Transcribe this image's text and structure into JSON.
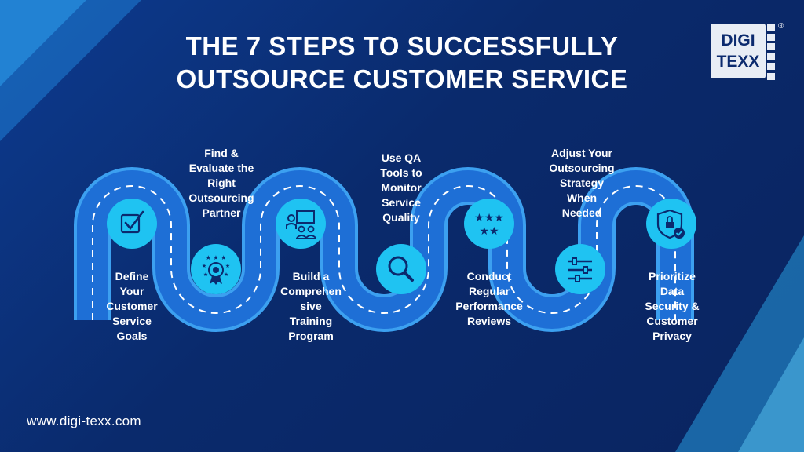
{
  "title": {
    "line1": "THE 7 STEPS TO SUCCESSFULLY",
    "line2": "OUTSOURCE CUSTOMER SERVICE"
  },
  "logo": {
    "line1": "DIGI",
    "line2": "TEXX",
    "mark": "®"
  },
  "steps": [
    {
      "lines": [
        "Define",
        "Your",
        "Customer",
        "Service",
        "Goals"
      ],
      "icon": "checkbox-icon"
    },
    {
      "lines": [
        "Find &",
        "Evaluate the",
        "Right",
        "Outsourcing",
        "Partner"
      ],
      "icon": "award-badge-icon"
    },
    {
      "lines": [
        "Build a",
        "Comprehen",
        "sive",
        "Training",
        "Program"
      ],
      "icon": "training-presentation-icon"
    },
    {
      "lines": [
        "Use QA",
        "Tools to",
        "Monitor",
        "Service",
        "Quality"
      ],
      "icon": "magnifier-icon"
    },
    {
      "lines": [
        "Conduct",
        "Regular",
        "Performance",
        "Reviews"
      ],
      "icon": "star-rating-icon"
    },
    {
      "lines": [
        "Adjust Your",
        "Outsourcing",
        "Strategy",
        "When",
        "Needed"
      ],
      "icon": "sliders-icon"
    },
    {
      "lines": [
        "Prioritize",
        "Data",
        "Security &",
        "Customer",
        "Privacy"
      ],
      "icon": "security-shield-icon"
    }
  ],
  "footer": {
    "website": "www.digi-texx.com"
  },
  "colors": {
    "background": "#0b2a6e",
    "road": "#1e6fd6",
    "road_edge": "#3ca0f0",
    "icon_circle": "#1fc3f2",
    "text": "#ffffff"
  }
}
